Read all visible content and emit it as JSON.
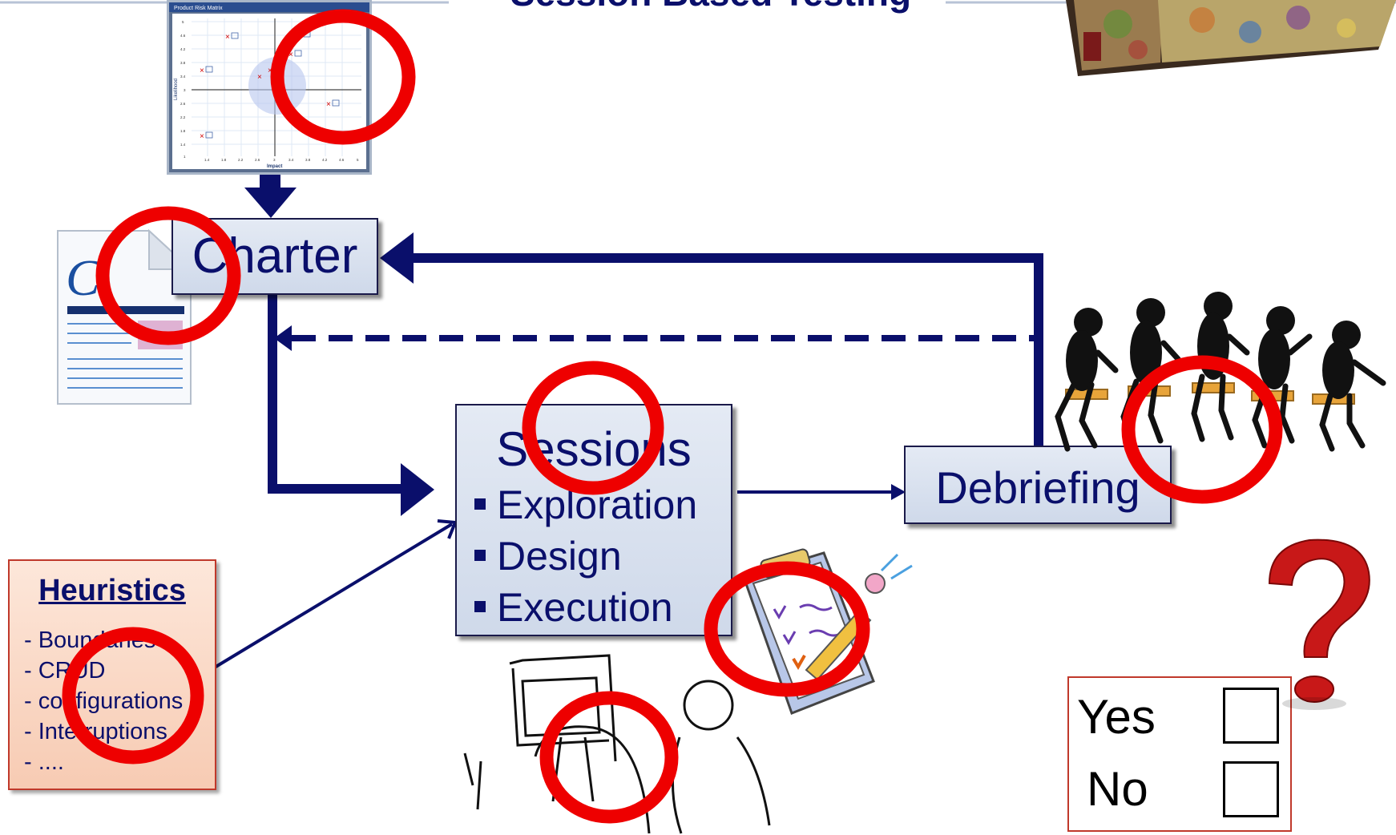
{
  "title": "Session Based Testing",
  "risk_matrix": {
    "title": "Product Risk Matrix",
    "x_axis_label": "Impact",
    "y_axis_label": "Likelihood",
    "x_ticks": [
      "1.4",
      "1.8",
      "2.2",
      "2.6",
      "3",
      "3.4",
      "3.8",
      "4.2",
      "4.6",
      "5"
    ],
    "y_ticks": [
      "5",
      "4.6",
      "4.2",
      "3.8",
      "3.4",
      "3",
      "2.6",
      "2.2",
      "1.8",
      "1.4",
      "1"
    ]
  },
  "charter": {
    "label": "Charter"
  },
  "sessions": {
    "label": "Sessions",
    "items": [
      "Exploration",
      "Design",
      "Execution"
    ]
  },
  "debriefing": {
    "label": "Debriefing"
  },
  "heuristics": {
    "title": "Heuristics",
    "items": [
      "- Boundaries",
      "- CRUD",
      "- configurations",
      "- Interruptions",
      "- ...."
    ]
  },
  "yes_no": {
    "yes": "Yes",
    "no": "No"
  },
  "colors": {
    "arrow": "#0a0f6b",
    "highlight_circle": "#ee0000",
    "box_border": "#1a1a4a",
    "heuristics_border": "#c0392b"
  },
  "icons": [
    "document-icon",
    "people-meeting-icon",
    "clipboard-checklist-icon",
    "question-mark-icon",
    "puzzle-box-image",
    "tester-at-computer-image"
  ]
}
